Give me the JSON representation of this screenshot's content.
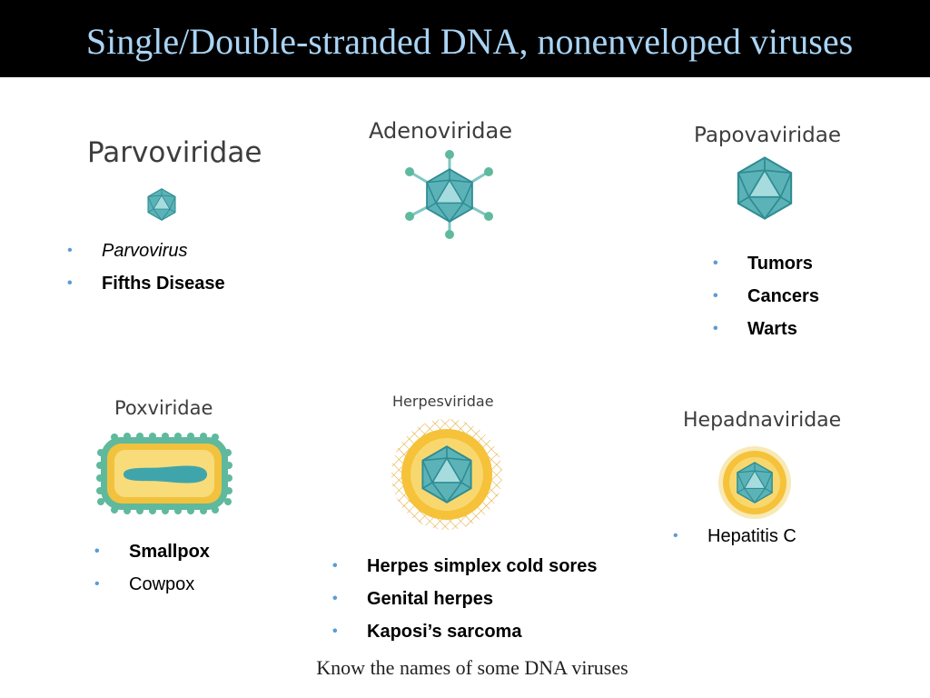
{
  "title": "Single/Double-stranded DNA, nonenveloped viruses",
  "families": {
    "parvoviridae": {
      "name": "Parvoviridae",
      "items": [
        "Parvovirus",
        "Fifths Disease"
      ]
    },
    "adenoviridae": {
      "name": "Adenoviridae",
      "items": []
    },
    "papovaviridae": {
      "name": "Papovaviridae",
      "items": [
        "Tumors",
        "Cancers",
        "Warts"
      ]
    },
    "poxviridae": {
      "name": "Poxviridae",
      "items": [
        "Smallpox",
        "Cowpox"
      ]
    },
    "herpesviridae": {
      "name": "Herpesviridae",
      "items": [
        "Herpes simplex cold sores",
        "Genital herpes",
        "Kaposi’s sarcoma"
      ]
    },
    "hepadnaviridae": {
      "name": "Hepadnaviridae",
      "items": [
        "Hepatitis C"
      ]
    }
  },
  "footer": "Know the names of some DNA viruses",
  "colors": {
    "title_bar": "#000000",
    "title_text": "#a9d4f5",
    "capsid": "#5bb3b8",
    "capsid_dark": "#3a9aa0",
    "envelope": "#f5c23a",
    "bullet": "#5b9bd5"
  },
  "icons": {
    "parvoviridae": "icosahedral-capsid-icon",
    "adenoviridae": "icosahedral-capsid-with-fibers-icon",
    "papovaviridae": "icosahedral-capsid-icon",
    "poxviridae": "brick-shaped-virion-icon",
    "herpesviridae": "enveloped-capsid-icon",
    "hepadnaviridae": "enveloped-capsid-icon"
  }
}
